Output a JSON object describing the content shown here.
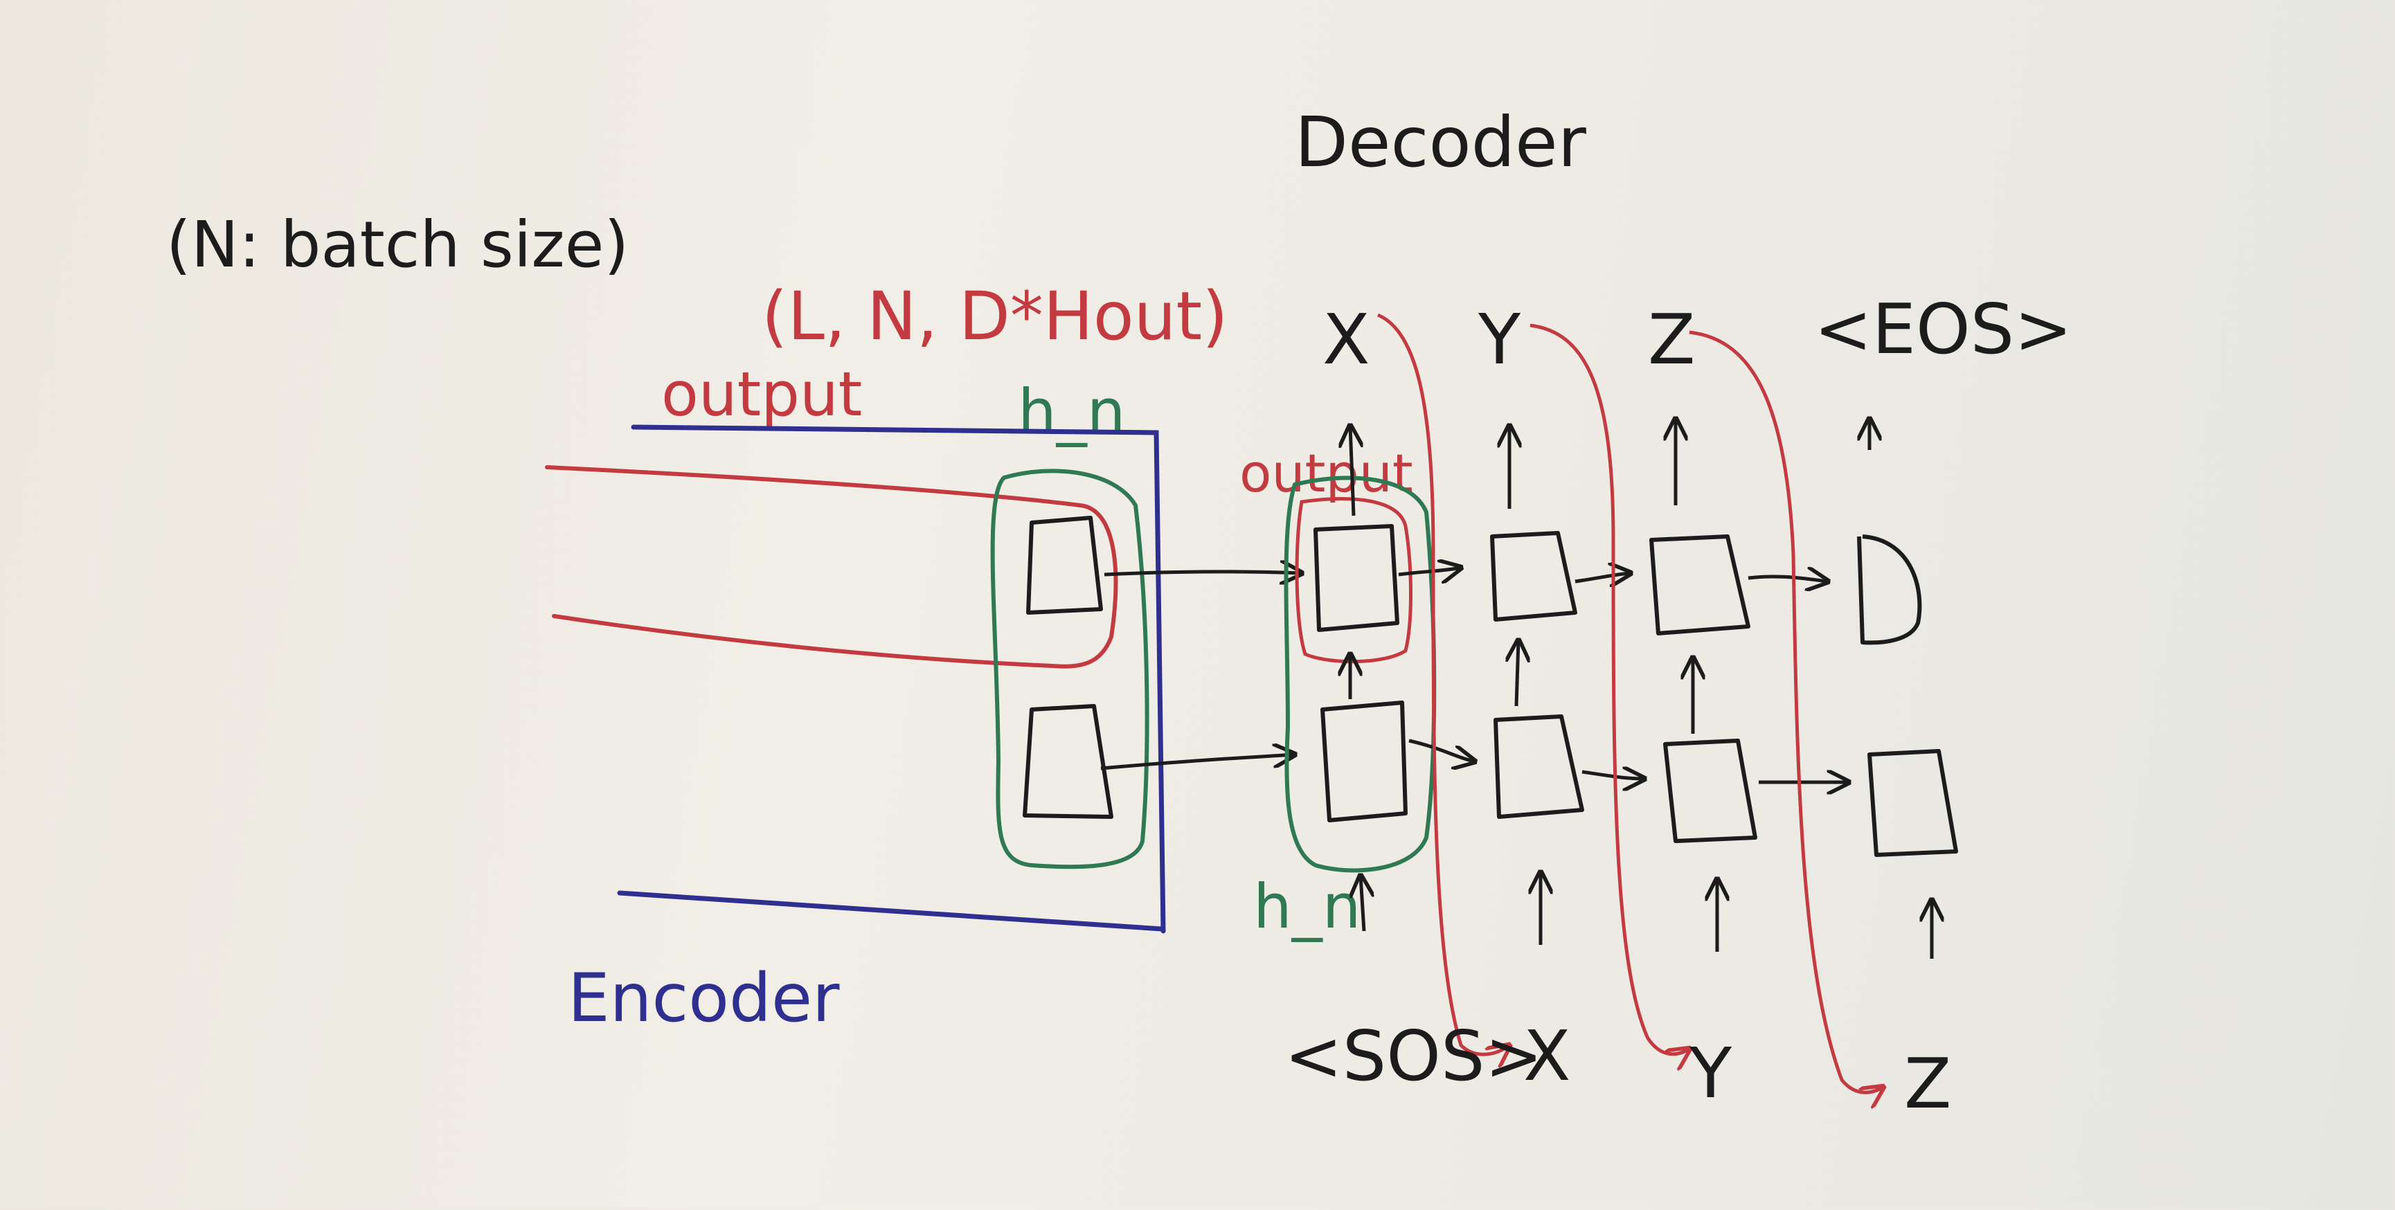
{
  "labels": {
    "batch_note": "(N: batch size)",
    "shape": "(L, N, D*Hout)",
    "encoder_output": "output",
    "encoder_hn": "h_n",
    "encoder": "Encoder",
    "decoder": "Decoder",
    "decoder_output": "output",
    "decoder_hn": "h_n"
  },
  "decoder_outputs": [
    "X",
    "Y",
    "Z",
    "<EOS>"
  ],
  "decoder_inputs": [
    "<SOS>",
    "X",
    "Y",
    "Z"
  ],
  "colors": {
    "ink_black": "#1c1c1c",
    "ink_red": "#c33a40",
    "ink_green": "#2f7a52",
    "ink_blue": "#2f2f8f",
    "paper": "#eeebe4"
  }
}
